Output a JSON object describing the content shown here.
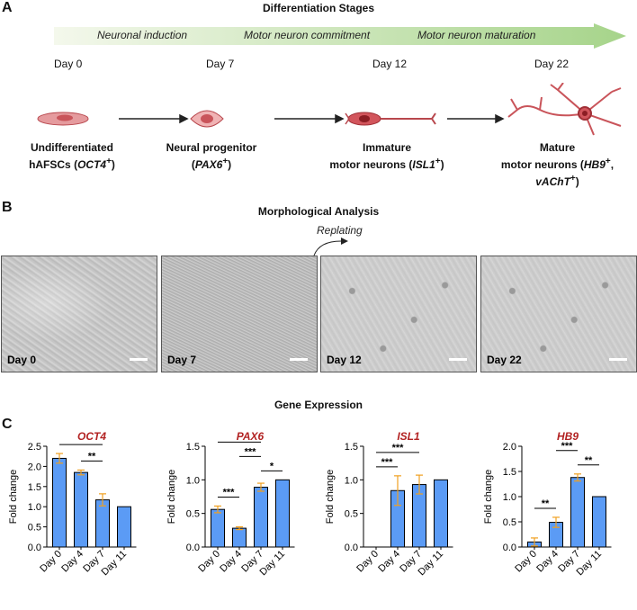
{
  "panel_a": {
    "letter": "A",
    "title": "Differentiation Stages",
    "arrow_labels": [
      "Neuronal induction",
      "Motor neuron commitment",
      "Motor neuron maturation"
    ],
    "days": [
      "Day 0",
      "Day 7",
      "Day 12",
      "Day 22"
    ],
    "stages": [
      {
        "line1": "Undifferentiated",
        "line2_pre": "hAFSCs (",
        "gene": "OCT4",
        "sup": "+",
        "line2_post": ")"
      },
      {
        "line1": "Neural progenitor",
        "line2_pre": "(",
        "gene": "PAX6",
        "sup": "+",
        "line2_post": ")"
      },
      {
        "line1": "Immature",
        "line2_pre": "motor neurons (",
        "gene": "ISL1",
        "sup": "+",
        "line2_post": ")"
      },
      {
        "line1": "Mature",
        "line2_pre": "motor neurons (",
        "gene": "HB9",
        "sup": "+",
        "line2_mid": ", ",
        "gene2": "vAChT",
        "sup2": "+",
        "line2_post": ")"
      }
    ],
    "colors": {
      "arrow_start": "#f4f8ec",
      "arrow_end": "#a6d48a",
      "cell": "#c9545a"
    }
  },
  "panel_b": {
    "letter": "B",
    "title": "Morphological Analysis",
    "replating_label": "Replating",
    "images": [
      "Day 0",
      "Day 7",
      "Day 12",
      "Day 22"
    ]
  },
  "panel_c": {
    "letter": "C",
    "title": "Gene Expression"
  },
  "chart_data": [
    {
      "type": "bar",
      "title": "OCT4",
      "categories": [
        "Day 0",
        "Day 4",
        "Day 7",
        "Day 11"
      ],
      "values": [
        2.2,
        1.85,
        1.17,
        1.0
      ],
      "errors": [
        0.12,
        0.06,
        0.15,
        0.0
      ],
      "ylabel": "Fold change",
      "ylim": [
        0,
        2.5
      ],
      "yticks": [
        0.0,
        0.5,
        1.0,
        1.5,
        2.0,
        2.5
      ],
      "significance": [
        {
          "from": 0,
          "to": 3,
          "label": "***"
        },
        {
          "from": 1,
          "to": 3,
          "label": "**"
        },
        {
          "from": 0,
          "to": 2,
          "label": "***"
        },
        {
          "from": 1,
          "to": 2,
          "label": "**"
        }
      ],
      "bar_color": "#5b9bf5",
      "error_color": "#f0a020"
    },
    {
      "type": "bar",
      "title": "PAX6",
      "categories": [
        "Day 0",
        "Day 4",
        "Day 7",
        "Day 11"
      ],
      "values": [
        0.56,
        0.28,
        0.89,
        1.0
      ],
      "errors": [
        0.05,
        0.02,
        0.06,
        0.0
      ],
      "ylabel": "Fold change",
      "ylim": [
        0,
        1.5
      ],
      "yticks": [
        0.0,
        0.5,
        1.0,
        1.5
      ],
      "significance": [
        {
          "from": 0,
          "to": 3,
          "label": "***"
        },
        {
          "from": 1,
          "to": 3,
          "label": "***"
        },
        {
          "from": 0,
          "to": 2,
          "label": "***"
        },
        {
          "from": 1,
          "to": 2,
          "label": "***"
        },
        {
          "from": 2,
          "to": 3,
          "label": "*"
        },
        {
          "from": 0,
          "to": 1,
          "label": "***"
        }
      ],
      "bar_color": "#5b9bf5",
      "error_color": "#f0a020"
    },
    {
      "type": "bar",
      "title": "ISL1",
      "categories": [
        "Day 0",
        "Day 4",
        "Day 7",
        "Day 11"
      ],
      "values": [
        0.0,
        0.84,
        0.93,
        1.0
      ],
      "errors": [
        0.0,
        0.22,
        0.14,
        0.0
      ],
      "ylabel": "Fold change",
      "ylim": [
        0,
        1.5
      ],
      "yticks": [
        0.0,
        0.5,
        1.0,
        1.5
      ],
      "significance": [
        {
          "from": 0,
          "to": 3,
          "label": "***"
        },
        {
          "from": 0,
          "to": 2,
          "label": "***"
        },
        {
          "from": 0,
          "to": 1,
          "label": "***"
        }
      ],
      "bar_color": "#5b9bf5",
      "error_color": "#f0a020"
    },
    {
      "type": "bar",
      "title": "HB9",
      "categories": [
        "Day 0",
        "Day 4",
        "Day 7",
        "Day 11"
      ],
      "values": [
        0.1,
        0.49,
        1.38,
        1.0
      ],
      "errors": [
        0.08,
        0.1,
        0.07,
        0.0
      ],
      "ylabel": "Fold change",
      "ylim": [
        0,
        2.0
      ],
      "yticks": [
        0.0,
        0.5,
        1.0,
        1.5,
        2.0
      ],
      "significance": [
        {
          "from": 0,
          "to": 3,
          "label": "***"
        },
        {
          "from": 1,
          "to": 3,
          "label": "***"
        },
        {
          "from": 0,
          "to": 2,
          "label": "***"
        },
        {
          "from": 1,
          "to": 2,
          "label": "***"
        },
        {
          "from": 2,
          "to": 3,
          "label": "**"
        },
        {
          "from": 0,
          "to": 1,
          "label": "**"
        }
      ],
      "bar_color": "#5b9bf5",
      "error_color": "#f0a020"
    }
  ]
}
